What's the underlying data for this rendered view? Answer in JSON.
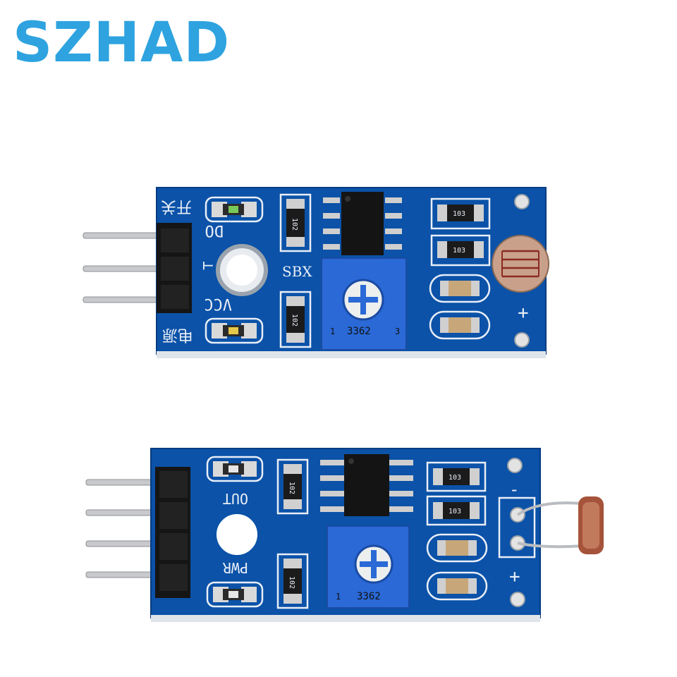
{
  "brand": {
    "text": "SZHAD",
    "color": "#2ea3e0"
  },
  "colors": {
    "pcb": "#0b52a8",
    "pcb_dark": "#063d82",
    "silkscreen": "#e9eef7",
    "pin_metal": "#c8c9cc",
    "header_plastic": "#151515",
    "trimpot_blue": "#2a69d6",
    "ic_black": "#141414"
  },
  "boards": [
    {
      "name": "three-pin-module",
      "labels": {
        "do": "DO",
        "gnd": "⊥",
        "vcc": "VCC",
        "switch_cn": "开关",
        "power_cn": "电源",
        "sbx": "SBX",
        "pot_code": "3362",
        "pot_pin1": "1",
        "pot_pin3": "3",
        "res_a": "102",
        "res_b": "102",
        "res_c": "103",
        "res_d": "103",
        "plus": "+"
      }
    },
    {
      "name": "four-pin-module",
      "labels": {
        "out": "OUT",
        "pwr": "PWR",
        "pot_code": "3362",
        "pot_pin1": "1",
        "res_a": "102",
        "res_b": "102",
        "res_c": "103",
        "res_d": "103",
        "minus": "-",
        "plus": "+"
      }
    }
  ]
}
